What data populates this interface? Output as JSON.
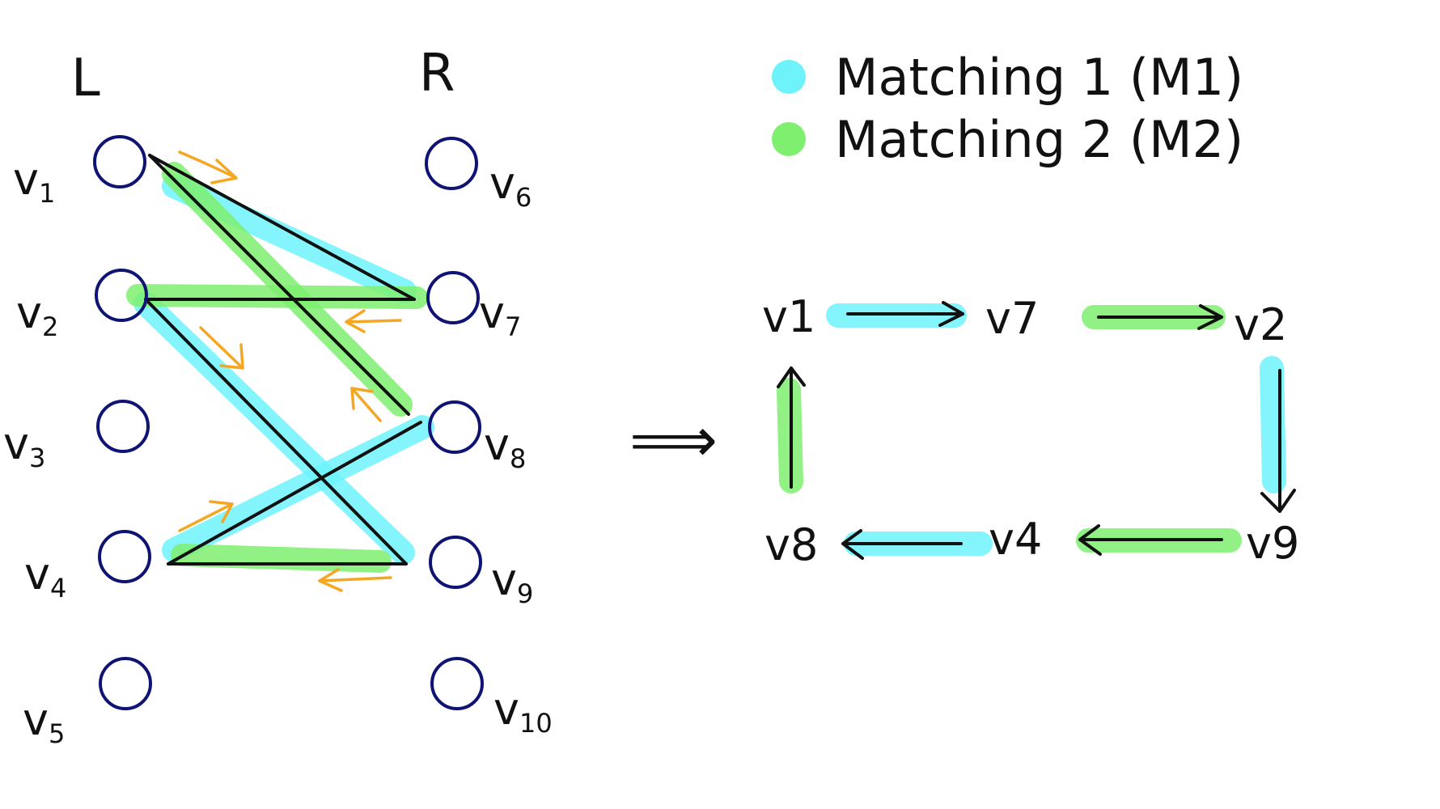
{
  "colors": {
    "m1": "#6EF3FB",
    "m2": "#7EEF6E",
    "node": "#0E1374",
    "edge": "#111111",
    "arrow": "#F5A623"
  },
  "headers": {
    "left": "L",
    "right": "R"
  },
  "left_nodes": [
    {
      "id": "v1",
      "base": "v",
      "sub": "1"
    },
    {
      "id": "v2",
      "base": "v",
      "sub": "2"
    },
    {
      "id": "v3",
      "base": "v",
      "sub": "3"
    },
    {
      "id": "v4",
      "base": "v",
      "sub": "4"
    },
    {
      "id": "v5",
      "base": "v",
      "sub": "5"
    }
  ],
  "right_nodes": [
    {
      "id": "v6",
      "base": "v",
      "sub": "6"
    },
    {
      "id": "v7",
      "base": "v",
      "sub": "7"
    },
    {
      "id": "v8",
      "base": "v",
      "sub": "8"
    },
    {
      "id": "v9",
      "base": "v",
      "sub": "9"
    },
    {
      "id": "v10",
      "base": "v",
      "sub": "10"
    }
  ],
  "legend": [
    {
      "label": "Matching 1 (M1)",
      "color_key": "m1"
    },
    {
      "label": "Matching 2 (M2)",
      "color_key": "m2"
    }
  ],
  "implies_symbol": "⟹",
  "cycle_nodes": [
    {
      "id": "c1",
      "label": "v1"
    },
    {
      "id": "c7",
      "label": "v7"
    },
    {
      "id": "c2",
      "label": "v2"
    },
    {
      "id": "c9",
      "label": "v9"
    },
    {
      "id": "c4",
      "label": "v4"
    },
    {
      "id": "c8",
      "label": "v8"
    }
  ]
}
